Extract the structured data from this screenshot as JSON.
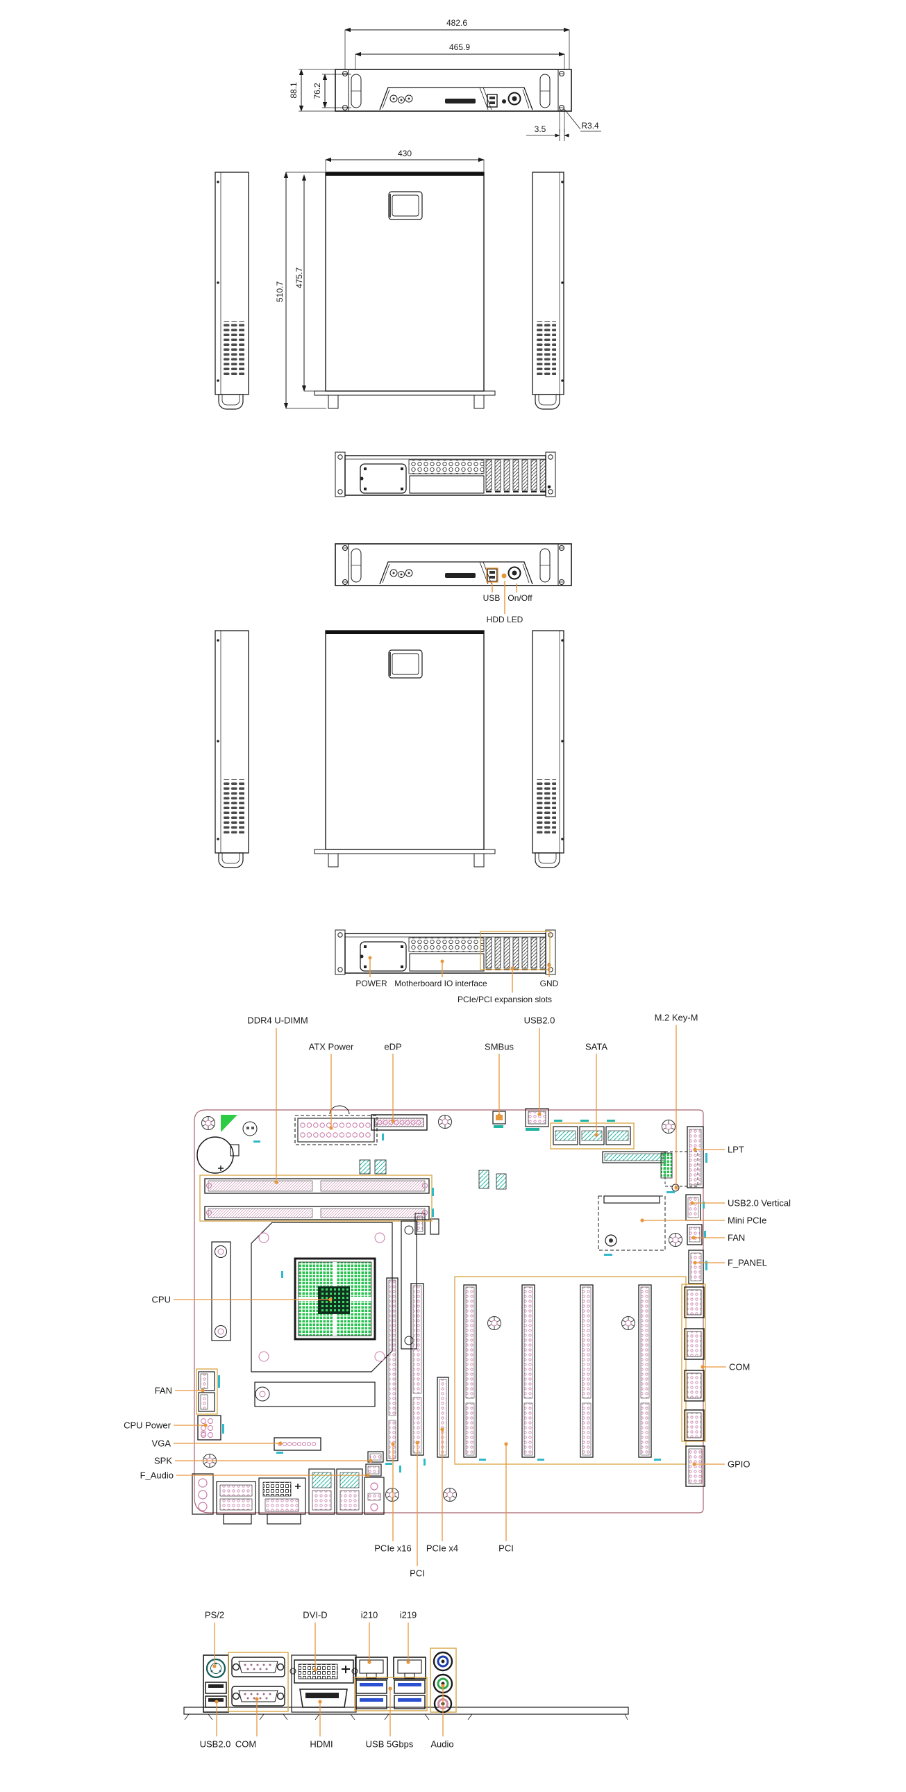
{
  "colors": {
    "leader": "#E8963C",
    "highlight_box": "#D9A441",
    "teal": "#1FB5A3",
    "green": "#2ECC44",
    "pink": "#C878A8",
    "usb3_blue": "#2A4FD0",
    "audio_blue": "#1A3FAE",
    "audio_green": "#2EA84C",
    "audio_pink": "#D08FA6",
    "ink": "#1A1A1A",
    "board_edge": "#A8616E"
  },
  "front_dim_view": {
    "width_outer": "482.6",
    "width_inner": "465.9",
    "height_outer": "88.1",
    "height_inner": "76.2",
    "ear_offset": "3.5",
    "corner_radius": "R3.4"
  },
  "top_view": {
    "width": "430",
    "depth_outer": "510.7",
    "depth_inner": "475.7"
  },
  "front_labeled_view": {
    "usb": "USB",
    "power_switch": "On/Off",
    "hdd_led": "HDD LED"
  },
  "rear_labeled_view": {
    "power": "POWER",
    "io": "Motherboard IO interface",
    "gnd": "GND",
    "slots": "PCIe/PCI expansion slots"
  },
  "motherboard": {
    "top": {
      "dimm": "DDR4 U-DIMM",
      "atx": "ATX Power",
      "edp": "eDP",
      "smbus": "SMBus",
      "usb20": "USB2.0",
      "sata": "SATA",
      "m2": "M.2 Key-M"
    },
    "right": {
      "lpt": "LPT",
      "usb20v": "USB2.0 Vertical",
      "mini_pcie": "Mini PCIe",
      "fan": "FAN",
      "f_panel": "F_PANEL",
      "com": "COM",
      "gpio": "GPIO"
    },
    "left": {
      "cpu": "CPU",
      "fan": "FAN",
      "cpu_power": "CPU Power",
      "vga": "VGA",
      "spk": "SPK",
      "f_audio": "F_Audio"
    },
    "bottom": {
      "pcie_x16": "PCIe x16",
      "pci_a": "PCI",
      "pcie_x4": "PCIe x4",
      "pci_b": "PCI"
    }
  },
  "rear_io": {
    "top": {
      "ps2": "PS/2",
      "dvi": "DVI-D",
      "lan1": "i210",
      "lan2": "i219"
    },
    "bottom": {
      "usb20": "USB2.0",
      "com": "COM",
      "hdmi": "HDMI",
      "usb5": "USB 5Gbps",
      "audio": "Audio"
    }
  }
}
